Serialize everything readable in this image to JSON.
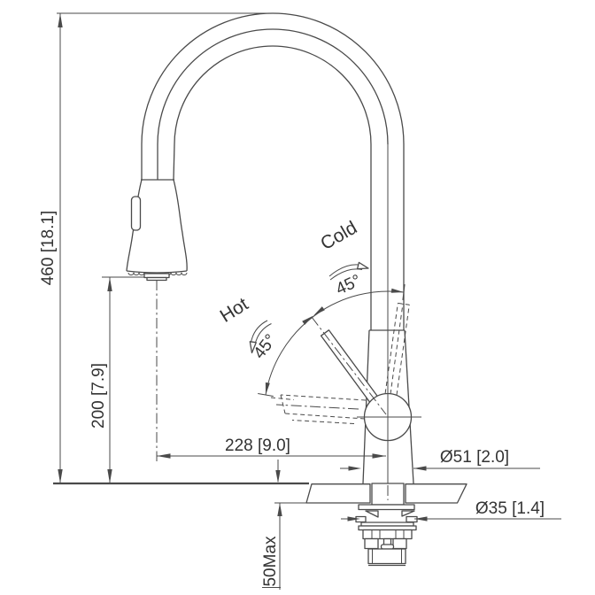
{
  "drawing": {
    "background_color": "#ffffff",
    "line_color": "#4a4a4a",
    "text_color": "#333333",
    "dimensions": {
      "overall_height": "460 [18.1]",
      "spout_clearance": "200 [7.9]",
      "spout_reach": "228 [9.0]",
      "base_diameter": "Ø51 [2.0]",
      "mount_hole_diameter": "Ø35 [1.4]",
      "max_deck_thickness": "50Max"
    },
    "handle": {
      "hot_label": "Hot",
      "cold_label": "Cold",
      "hot_swing_angle": "45°",
      "cold_swing_angle": "45°"
    }
  }
}
